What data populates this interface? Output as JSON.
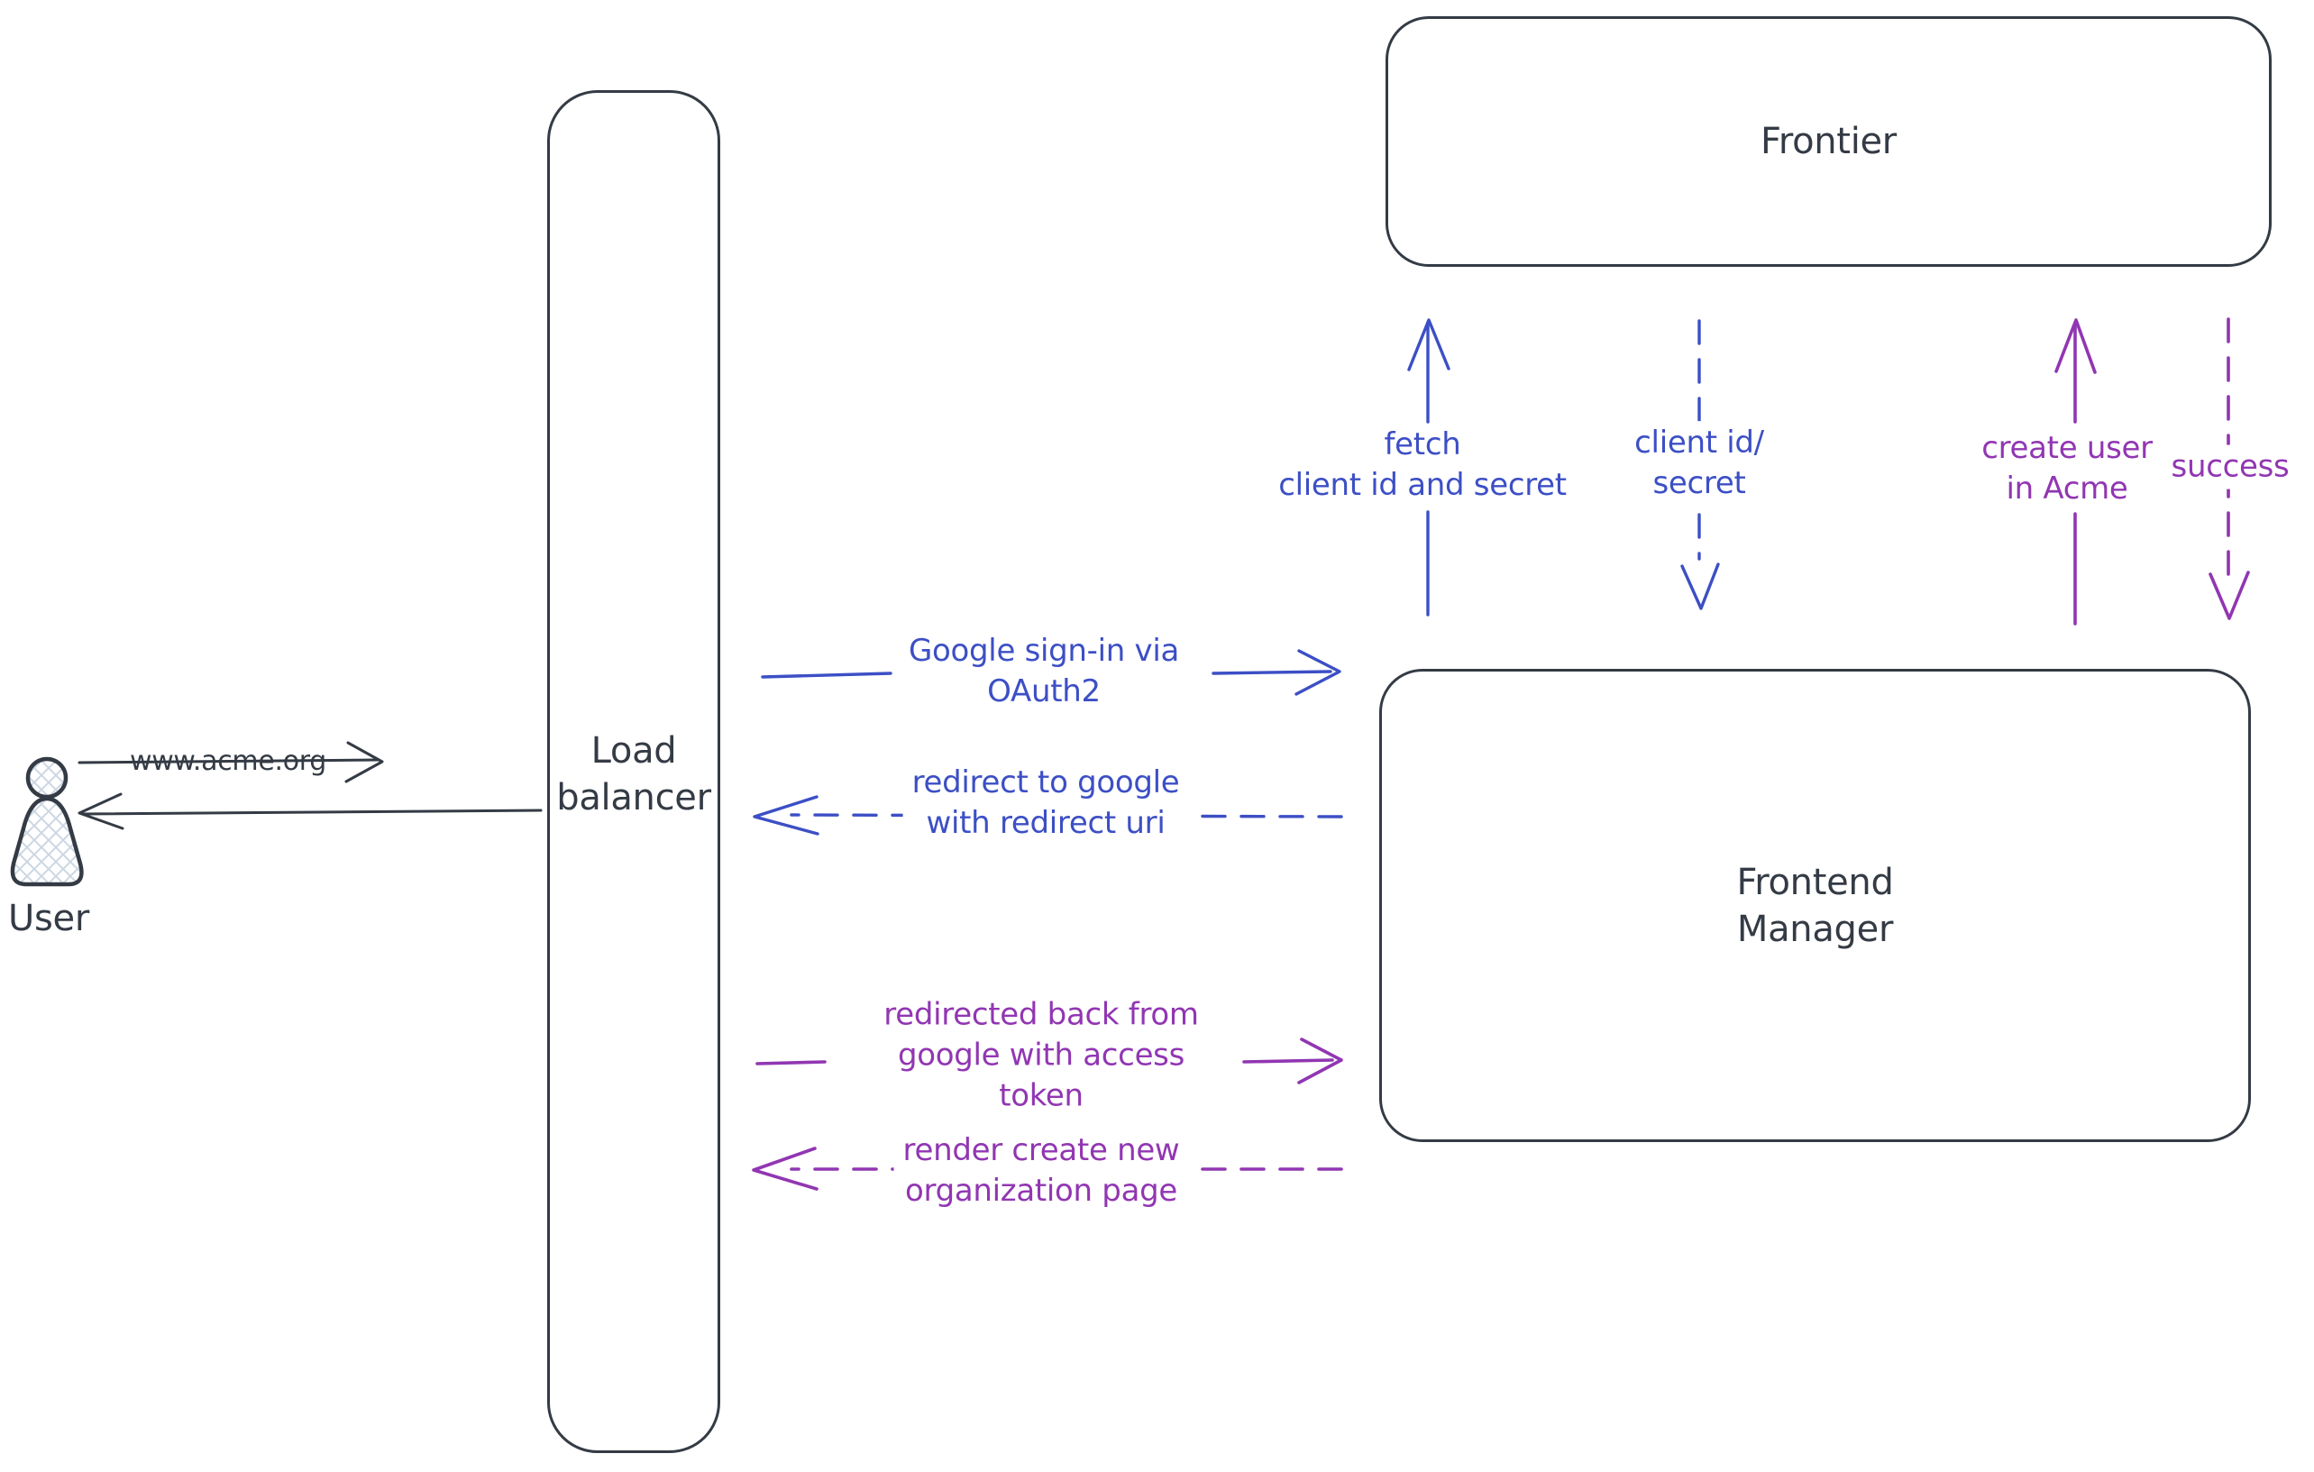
{
  "diagram": {
    "nodes": {
      "user": {
        "label": "User"
      },
      "load_balancer": {
        "label": "Load\nbalancer"
      },
      "frontier": {
        "label": "Frontier"
      },
      "frontend_manager": {
        "label": "Frontend\nManager"
      }
    },
    "edges": {
      "www_acme": {
        "label": "www.acme.org",
        "style": "solid",
        "color": "ink",
        "direction": "user-to-load-balancer"
      },
      "google_signin": {
        "label": "Google sign-in via\nOAuth2",
        "style": "solid",
        "color": "blue",
        "direction": "load-balancer-to-frontend-manager"
      },
      "redirect_google": {
        "label": "redirect to google\nwith redirect uri",
        "style": "dashed",
        "color": "blue",
        "direction": "frontend-manager-to-load-balancer"
      },
      "redirected_back": {
        "label": "redirected back from\ngoogle with access\ntoken",
        "style": "solid",
        "color": "purple",
        "direction": "load-balancer-to-frontend-manager"
      },
      "render_page": {
        "label": "render create new\norganization page",
        "style": "dashed",
        "color": "purple",
        "direction": "frontend-manager-to-load-balancer"
      },
      "fetch_secret": {
        "label": "fetch\nclient id and secret",
        "style": "solid",
        "color": "blue",
        "direction": "frontend-manager-to-frontier"
      },
      "client_id_secret": {
        "label": "client id/\nsecret",
        "style": "dashed",
        "color": "blue",
        "direction": "frontier-to-frontend-manager"
      },
      "create_user": {
        "label": "create user\nin Acme",
        "style": "solid",
        "color": "purple",
        "direction": "frontend-manager-to-frontier"
      },
      "success": {
        "label": "success",
        "style": "dashed",
        "color": "purple",
        "direction": "frontier-to-frontend-manager"
      }
    },
    "colors": {
      "ink": "#343b45",
      "blue": "#3c4fc5",
      "purple": "#9136b2",
      "hatch": "#ccd7e3",
      "background": "#ffffff"
    }
  }
}
